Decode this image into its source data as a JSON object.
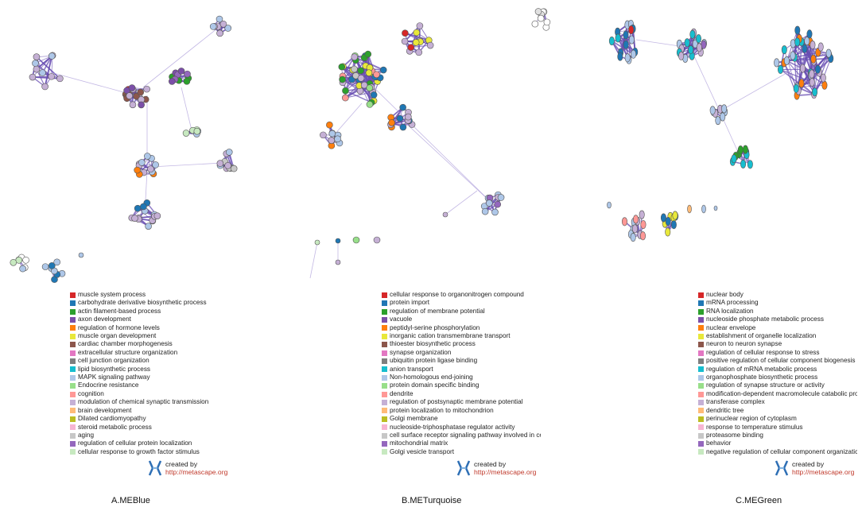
{
  "panels": [
    {
      "label": "A.MEBlue",
      "legend": [
        {
          "text": "muscle system process",
          "color": "#d62728"
        },
        {
          "text": "carbohydrate derivative biosynthetic process",
          "color": "#1f77b4"
        },
        {
          "text": "actin filament-based process",
          "color": "#2ca02c"
        },
        {
          "text": "axon development",
          "color": "#7b4fa8"
        },
        {
          "text": "regulation of hormone levels",
          "color": "#ff7f0e"
        },
        {
          "text": "muscle organ development",
          "color": "#e8e83a"
        },
        {
          "text": "cardiac chamber morphogenesis",
          "color": "#8c564b"
        },
        {
          "text": "extracellular structure organization",
          "color": "#e377c2"
        },
        {
          "text": "cell junction organization",
          "color": "#7f7f7f"
        },
        {
          "text": "lipid biosynthetic process",
          "color": "#17becf"
        },
        {
          "text": "MAPK signaling pathway",
          "color": "#aec7e8"
        },
        {
          "text": "Endocrine resistance",
          "color": "#98df8a"
        },
        {
          "text": "cognition",
          "color": "#ff9896"
        },
        {
          "text": "modulation of chemical synaptic transmission",
          "color": "#c5b0d5"
        },
        {
          "text": "brain development",
          "color": "#ffbb78"
        },
        {
          "text": "Dilated cardiomyopathy",
          "color": "#bcbd22"
        },
        {
          "text": "steroid metabolic process",
          "color": "#f7b6d2"
        },
        {
          "text": "aging",
          "color": "#c7c7c7"
        },
        {
          "text": "regulation of cellular protein localization",
          "color": "#9467bd"
        },
        {
          "text": "cellular response to growth factor stimulus",
          "color": "#c7e9c0"
        }
      ]
    },
    {
      "label": "B.METurquoise",
      "legend": [
        {
          "text": "cellular response to organonitrogen compound",
          "color": "#d62728"
        },
        {
          "text": "protein import",
          "color": "#1f77b4"
        },
        {
          "text": "regulation of membrane potential",
          "color": "#2ca02c"
        },
        {
          "text": "vacuole",
          "color": "#7b4fa8"
        },
        {
          "text": "peptidyl-serine phosphorylation",
          "color": "#ff7f0e"
        },
        {
          "text": "inorganic cation transmembrane transport",
          "color": "#e8e83a"
        },
        {
          "text": "thioester biosynthetic process",
          "color": "#8c564b"
        },
        {
          "text": "synapse organization",
          "color": "#e377c2"
        },
        {
          "text": "ubiquitin protein ligase binding",
          "color": "#7f7f7f"
        },
        {
          "text": "anion transport",
          "color": "#17becf"
        },
        {
          "text": "Non-homologous end-joining",
          "color": "#aec7e8"
        },
        {
          "text": "protein domain specific binding",
          "color": "#98df8a"
        },
        {
          "text": "dendrite",
          "color": "#ff9896"
        },
        {
          "text": "regulation of postsynaptic membrane potential",
          "color": "#c5b0d5"
        },
        {
          "text": "protein localization to mitochondrion",
          "color": "#ffbb78"
        },
        {
          "text": "Golgi membrane",
          "color": "#bcbd22"
        },
        {
          "text": "nucleoside-triphosphatase regulator activity",
          "color": "#f7b6d2"
        },
        {
          "text": "cell surface receptor signaling pathway involved in ce",
          "color": "#c7c7c7"
        },
        {
          "text": "mitochondrial matrix",
          "color": "#9467bd"
        },
        {
          "text": "Golgi vesicle transport",
          "color": "#c7e9c0"
        }
      ]
    },
    {
      "label": "C.MEGreen",
      "legend": [
        {
          "text": "nuclear body",
          "color": "#d62728"
        },
        {
          "text": "mRNA processing",
          "color": "#1f77b4"
        },
        {
          "text": "RNA localization",
          "color": "#2ca02c"
        },
        {
          "text": "nucleoside phosphate metabolic process",
          "color": "#7b4fa8"
        },
        {
          "text": "nuclear envelope",
          "color": "#ff7f0e"
        },
        {
          "text": "establishment of organelle localization",
          "color": "#e8e83a"
        },
        {
          "text": "neuron to neuron synapse",
          "color": "#8c564b"
        },
        {
          "text": "regulation of cellular response to stress",
          "color": "#e377c2"
        },
        {
          "text": "positive regulation of cellular component biogenesis",
          "color": "#7f7f7f"
        },
        {
          "text": "regulation of mRNA metabolic process",
          "color": "#17becf"
        },
        {
          "text": "organophosphate biosynthetic process",
          "color": "#aec7e8"
        },
        {
          "text": "regulation of synapse structure or activity",
          "color": "#98df8a"
        },
        {
          "text": "modification-dependent macromolecule catabolic pro",
          "color": "#ff9896"
        },
        {
          "text": "transferase complex",
          "color": "#c5b0d5"
        },
        {
          "text": "dendritic tree",
          "color": "#ffbb78"
        },
        {
          "text": "perinuclear region of cytoplasm",
          "color": "#bcbd22"
        },
        {
          "text": "response to temperature stimulus",
          "color": "#f7b6d2"
        },
        {
          "text": "proteasome binding",
          "color": "#c7c7c7"
        },
        {
          "text": "behavior",
          "color": "#9467bd"
        },
        {
          "text": "negative regulation of cellular component organizatic",
          "color": "#c7e9c0"
        }
      ]
    }
  ],
  "credit": {
    "line1": "created by",
    "line2": "http://metascape.org"
  },
  "colors": {
    "edge": "#6a4fb3",
    "edge_light": "#a99ad8"
  }
}
